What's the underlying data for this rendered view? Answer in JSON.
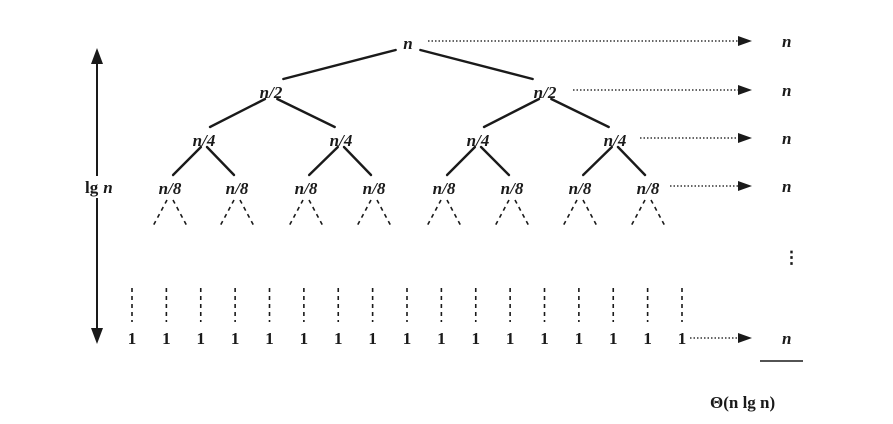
{
  "tree": {
    "levels": [
      {
        "labels": [
          "n"
        ],
        "row_cost": "n"
      },
      {
        "labels": [
          "n/2",
          "n/2"
        ],
        "row_cost": "n"
      },
      {
        "labels": [
          "n/4",
          "n/4",
          "n/4",
          "n/4"
        ],
        "row_cost": "n"
      },
      {
        "labels": [
          "n/8",
          "n/8",
          "n/8",
          "n/8",
          "n/8",
          "n/8",
          "n/8",
          "n/8"
        ],
        "row_cost": "n"
      }
    ],
    "leaf_label": "1",
    "leaf_count_shown": 17,
    "leaf_row_cost": "n",
    "ellipsis": "⋮"
  },
  "height_label": {
    "prefix": "lg",
    "var": "n"
  },
  "total": "Θ(n lg n)"
}
